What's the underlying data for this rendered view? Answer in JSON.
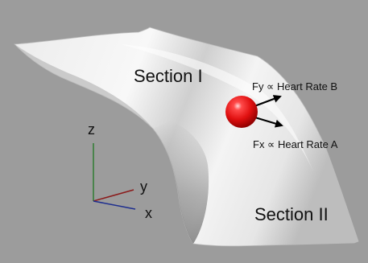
{
  "labels": {
    "section_1": "Section I",
    "section_2": "Section II",
    "force_y": "Fy ∝ Heart Rate B",
    "force_x": "Fx ∝ Heart Rate A"
  },
  "axes": {
    "z": "z",
    "y": "y",
    "x": "x"
  },
  "colors": {
    "background": "#9c9c9c",
    "surface_light": "#f7f7f7",
    "surface_dark": "#7e7e7e",
    "ball": "#e31010",
    "axis_z": "#2e7d32",
    "axis_y": "#8b1a1a",
    "axis_x": "#1f2f8f",
    "arrow": "#000000"
  }
}
